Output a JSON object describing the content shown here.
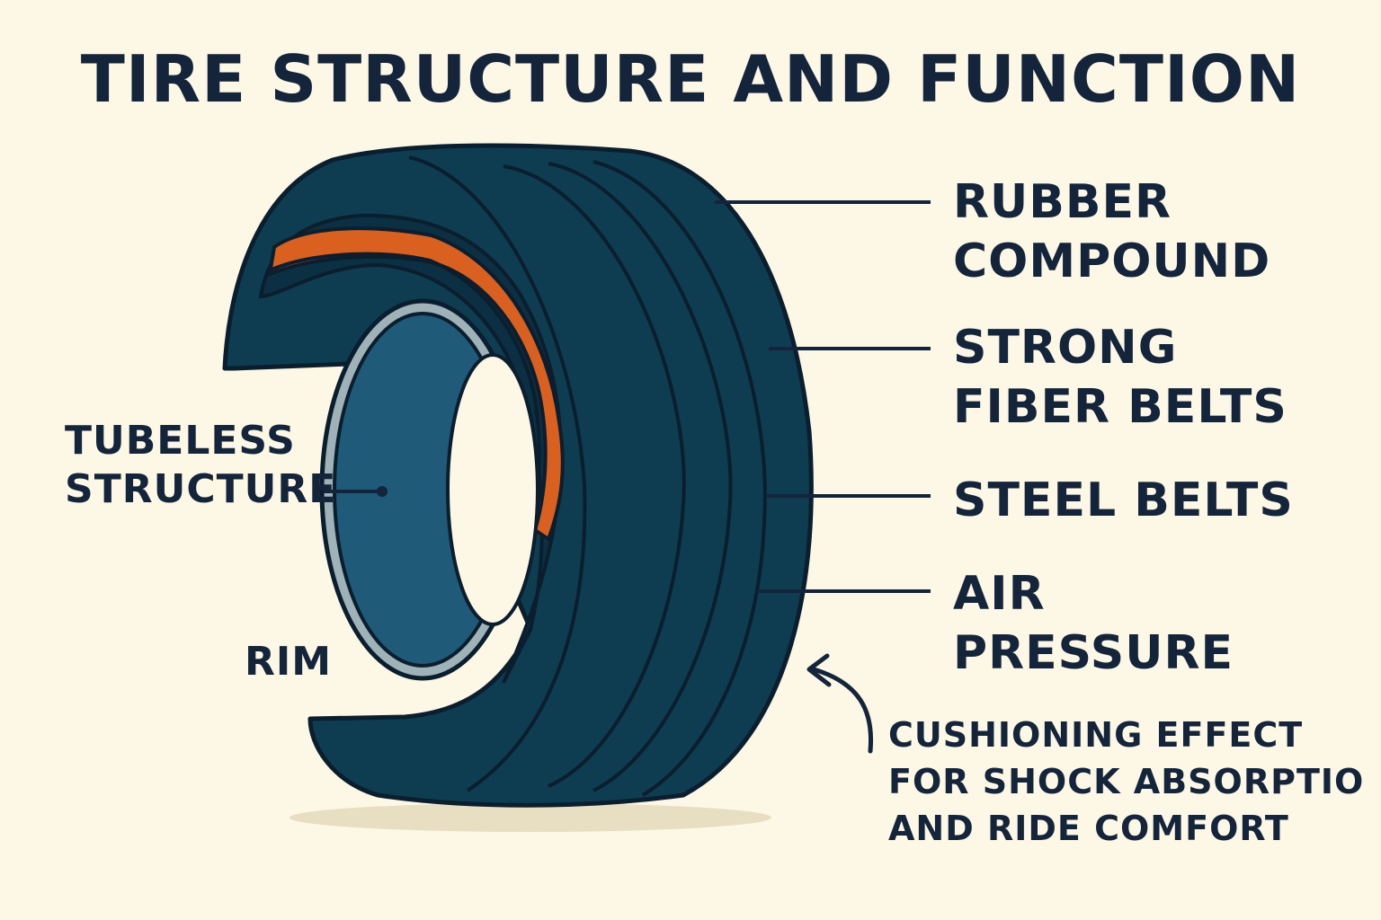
{
  "title": "TIRE STRUCTURE AND FUNCTION",
  "colors": {
    "background": "#fdf7e6",
    "tire": "#0e3d52",
    "tire_dark": "#0b3043",
    "outline": "#0b1e2e",
    "belt": "#d9601f",
    "rim": "#9eb2b8",
    "rim_inner": "#1f5a78",
    "text": "#14243b"
  },
  "labels": {
    "rubber_compound": [
      "RUBBER",
      "COMPOUND"
    ],
    "strong_fiber_belts": [
      "STRONG",
      "FIBER BELTS"
    ],
    "steel_belts": [
      "STEEL BELTS"
    ],
    "air_pressure": [
      "AIR",
      "PRESSURE"
    ],
    "tubeless_structure": [
      "TUBELESS",
      "STRUCTURE"
    ],
    "rim": [
      "RIM"
    ],
    "cushioning_note": [
      "CUSHIONING EFFECT",
      "FOR SHOCK ABSORPTIO",
      "AND RIDE COMFORT"
    ]
  }
}
